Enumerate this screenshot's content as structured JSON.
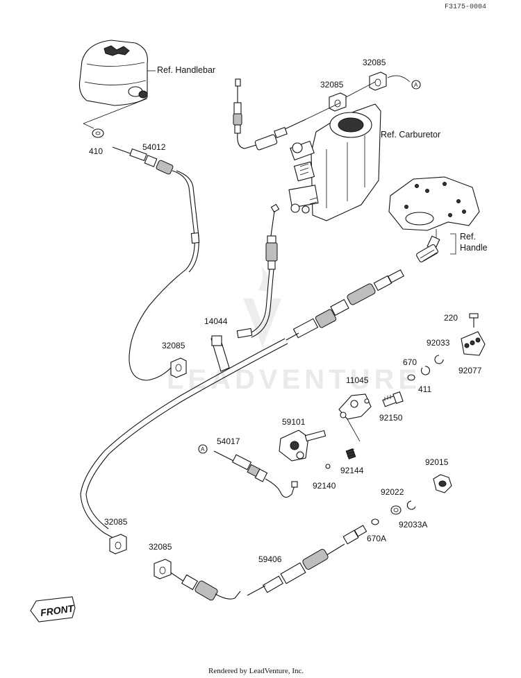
{
  "diagram_code": "F3175-0004",
  "footer": "Rendered by LeadVenture, Inc.",
  "watermark": "LEADVENTURE",
  "front_label": "FRONT",
  "connector_a": "A",
  "refs": {
    "handlebar": "Ref. Handlebar",
    "carburetor": "Ref. Carburetor",
    "handle_line1": "Ref.",
    "handle_line2": "Handle"
  },
  "parts": {
    "p410": "410",
    "p54012": "54012",
    "p32085_top_right": "32085",
    "p32085_top_mid": "32085",
    "p32085_left": "32085",
    "p32085_bottom_1": "32085",
    "p32085_bottom_2": "32085",
    "p14044": "14044",
    "p220": "220",
    "p92033": "92033",
    "p92077": "92077",
    "p670": "670",
    "p411": "411",
    "p11045": "11045",
    "p92150": "92150",
    "p59101": "59101",
    "p54017": "54017",
    "p92144": "92144",
    "p92140": "92140",
    "p92015": "92015",
    "p92022": "92022",
    "p92033A": "92033A",
    "p670A": "670A",
    "p59406": "59406"
  }
}
